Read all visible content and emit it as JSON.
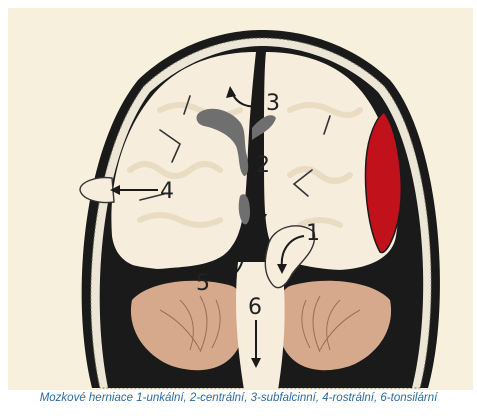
{
  "caption": "Mozkové herniace 1-unkální, 2-centrální, 3-subfalcinní, 4-rostrální, 6-tonsilární",
  "labels": {
    "n1": "1",
    "n2": "2",
    "n3": "3",
    "n4": "4",
    "n5": "5",
    "n6": "6"
  },
  "colors": {
    "background": "#f7f0dc",
    "brain": "#f6eddc",
    "cerebellum": "#d7a98c",
    "hematoma": "#c1121c",
    "skull_dark": "#1a1a1a",
    "ventricle": "#6f6f6f",
    "caption_text": "#2b6aa3"
  }
}
